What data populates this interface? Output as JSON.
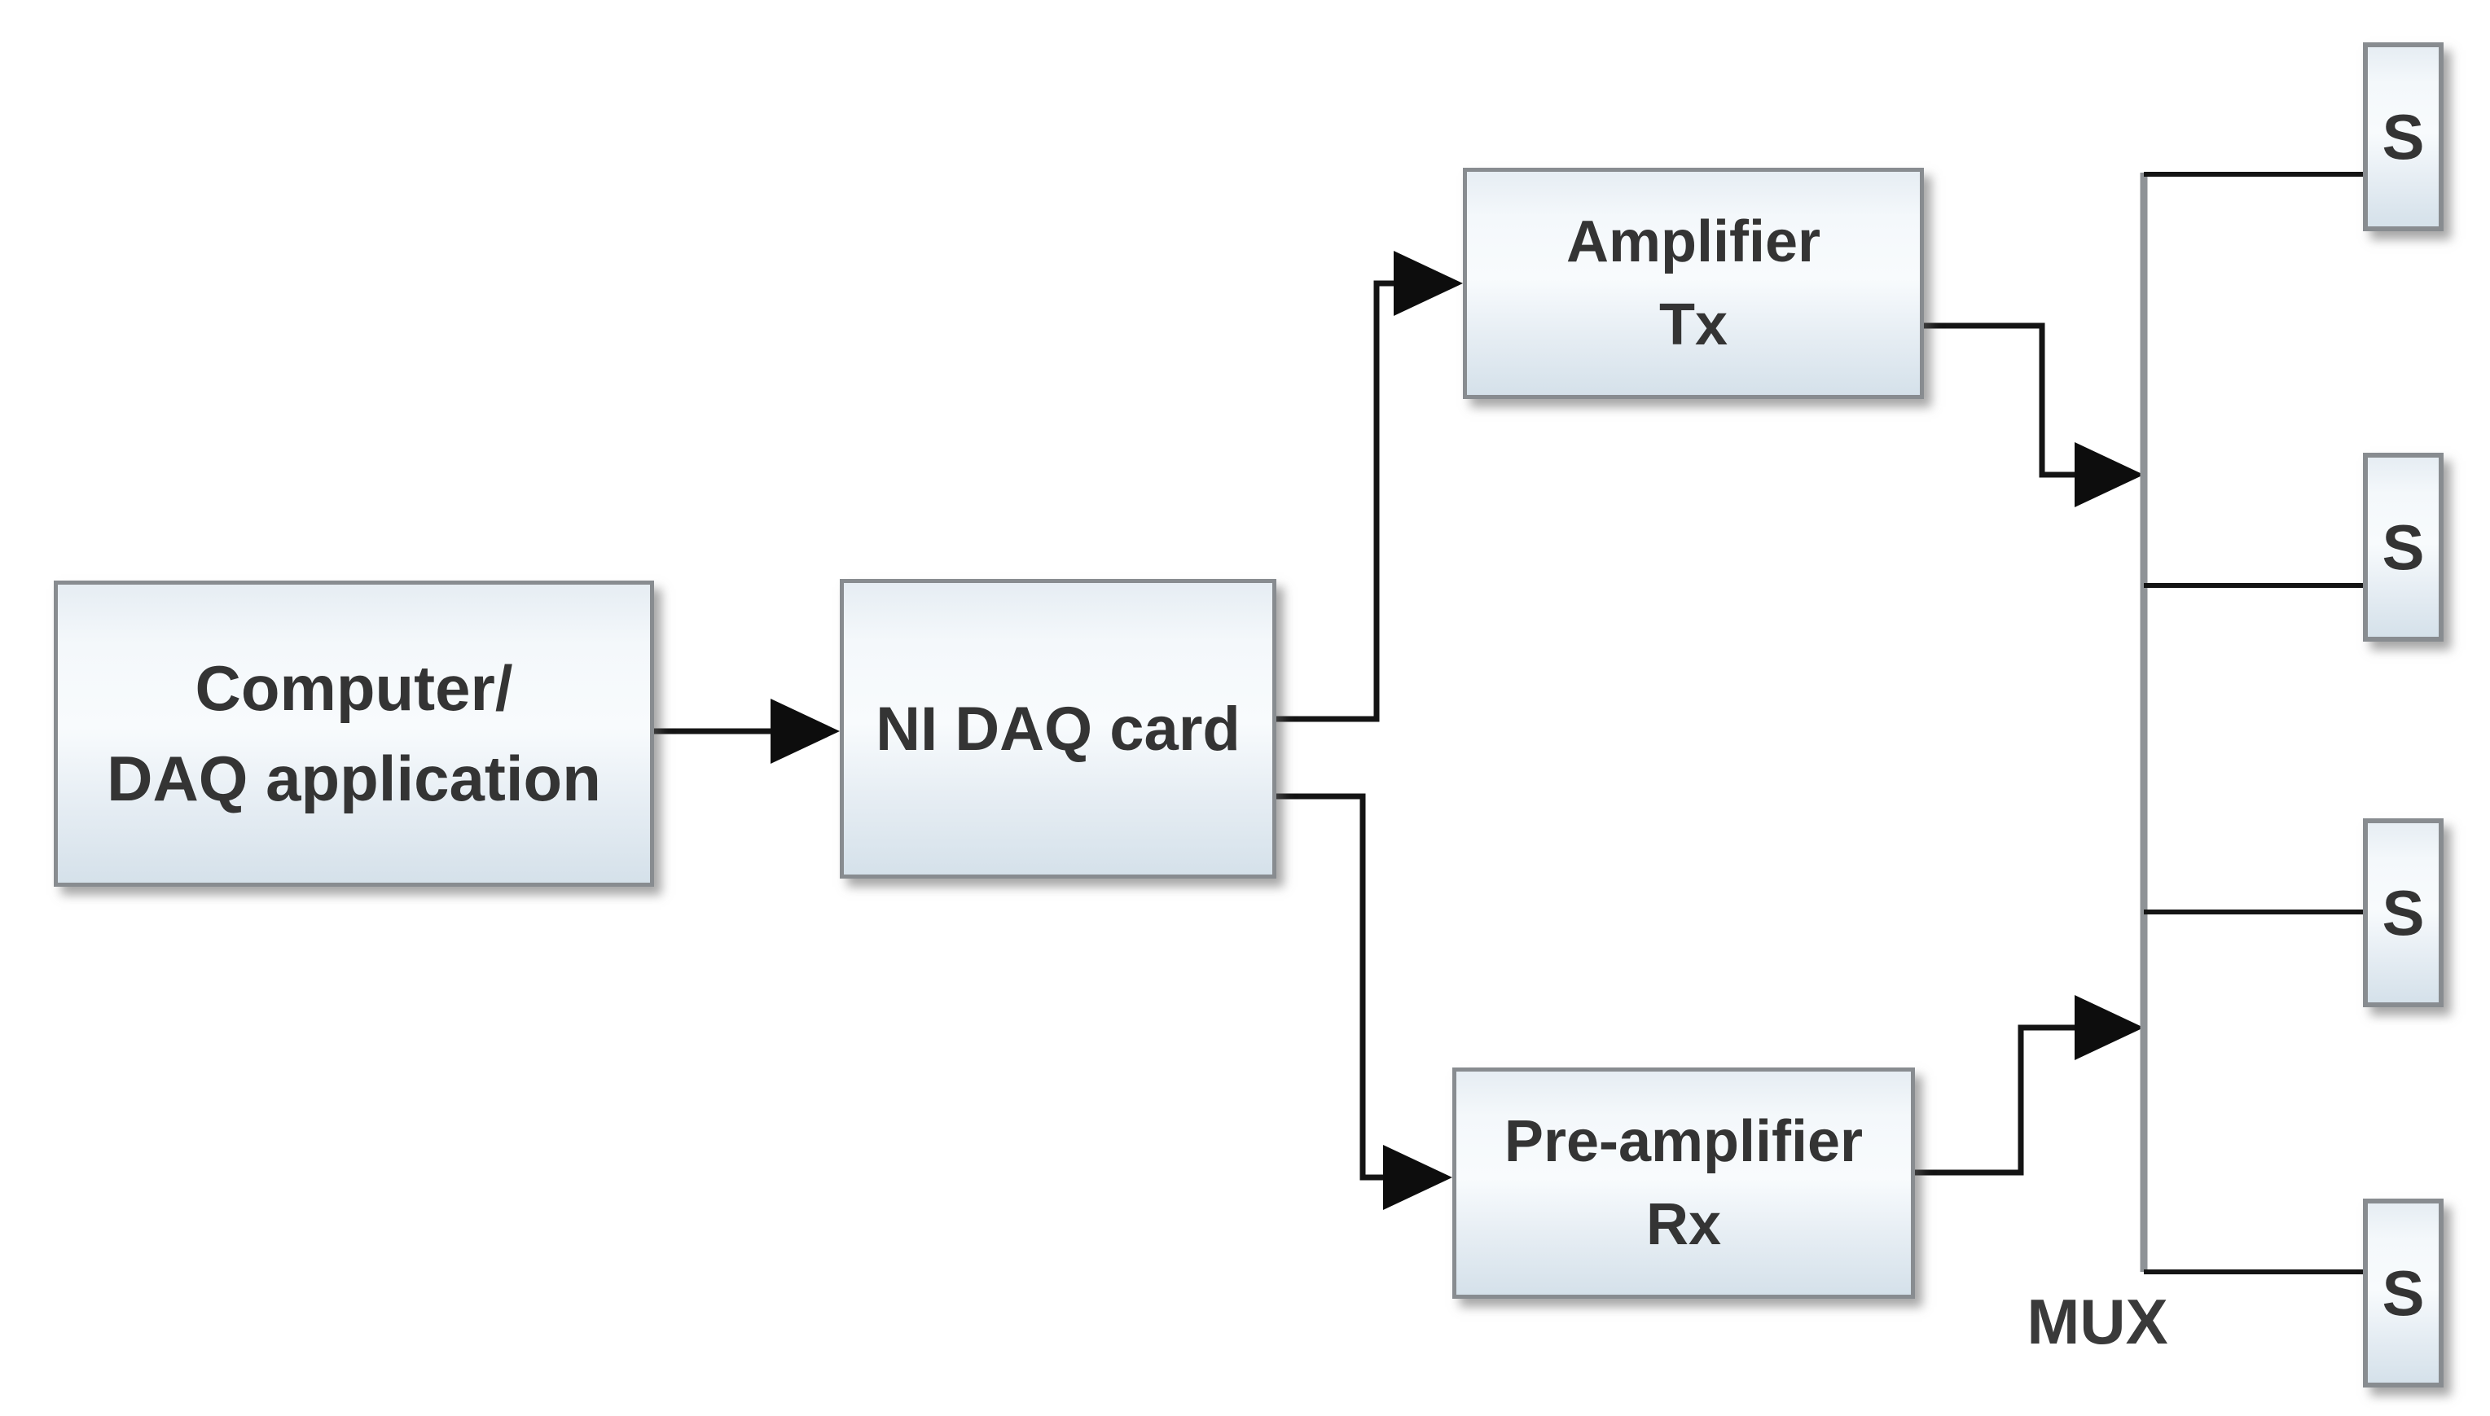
{
  "diagram": {
    "background": "#ffffff",
    "colors": {
      "box_border": "#888c90",
      "box_fill_top": "#e6edf3",
      "box_fill_mid": "#f8fbfd",
      "box_fill_bottom": "#d5e1ea",
      "connector": "#141414",
      "mux_trunk": "#8f9397",
      "label_text": "#343434"
    },
    "nodes": {
      "computer": {
        "line1": "Computer/",
        "line2": "DAQ application"
      },
      "nidaq": {
        "label": "NI DAQ card"
      },
      "amplifier": {
        "line1": "Amplifier",
        "line2": "Tx"
      },
      "preamplifier": {
        "line1": "Pre-amplifier",
        "line2": "Rx"
      },
      "sensors": [
        {
          "label": "S"
        },
        {
          "label": "S"
        },
        {
          "label": "S"
        },
        {
          "label": "S"
        }
      ],
      "mux": {
        "label": "MUX"
      }
    },
    "edges": [
      {
        "from": "computer",
        "to": "nidaq",
        "arrow": true
      },
      {
        "from": "nidaq",
        "to": "amplifier",
        "arrow": true
      },
      {
        "from": "nidaq",
        "to": "preamplifier",
        "arrow": true
      },
      {
        "from": "amplifier",
        "to": "mux-bus",
        "arrow": true
      },
      {
        "from": "preamplifier",
        "to": "mux-bus",
        "arrow": true
      },
      {
        "from": "mux-bus",
        "to": "sensor-1",
        "arrow": false
      },
      {
        "from": "mux-bus",
        "to": "sensor-2",
        "arrow": false
      },
      {
        "from": "mux-bus",
        "to": "sensor-3",
        "arrow": false
      },
      {
        "from": "mux-bus",
        "to": "sensor-4",
        "arrow": false
      }
    ]
  }
}
